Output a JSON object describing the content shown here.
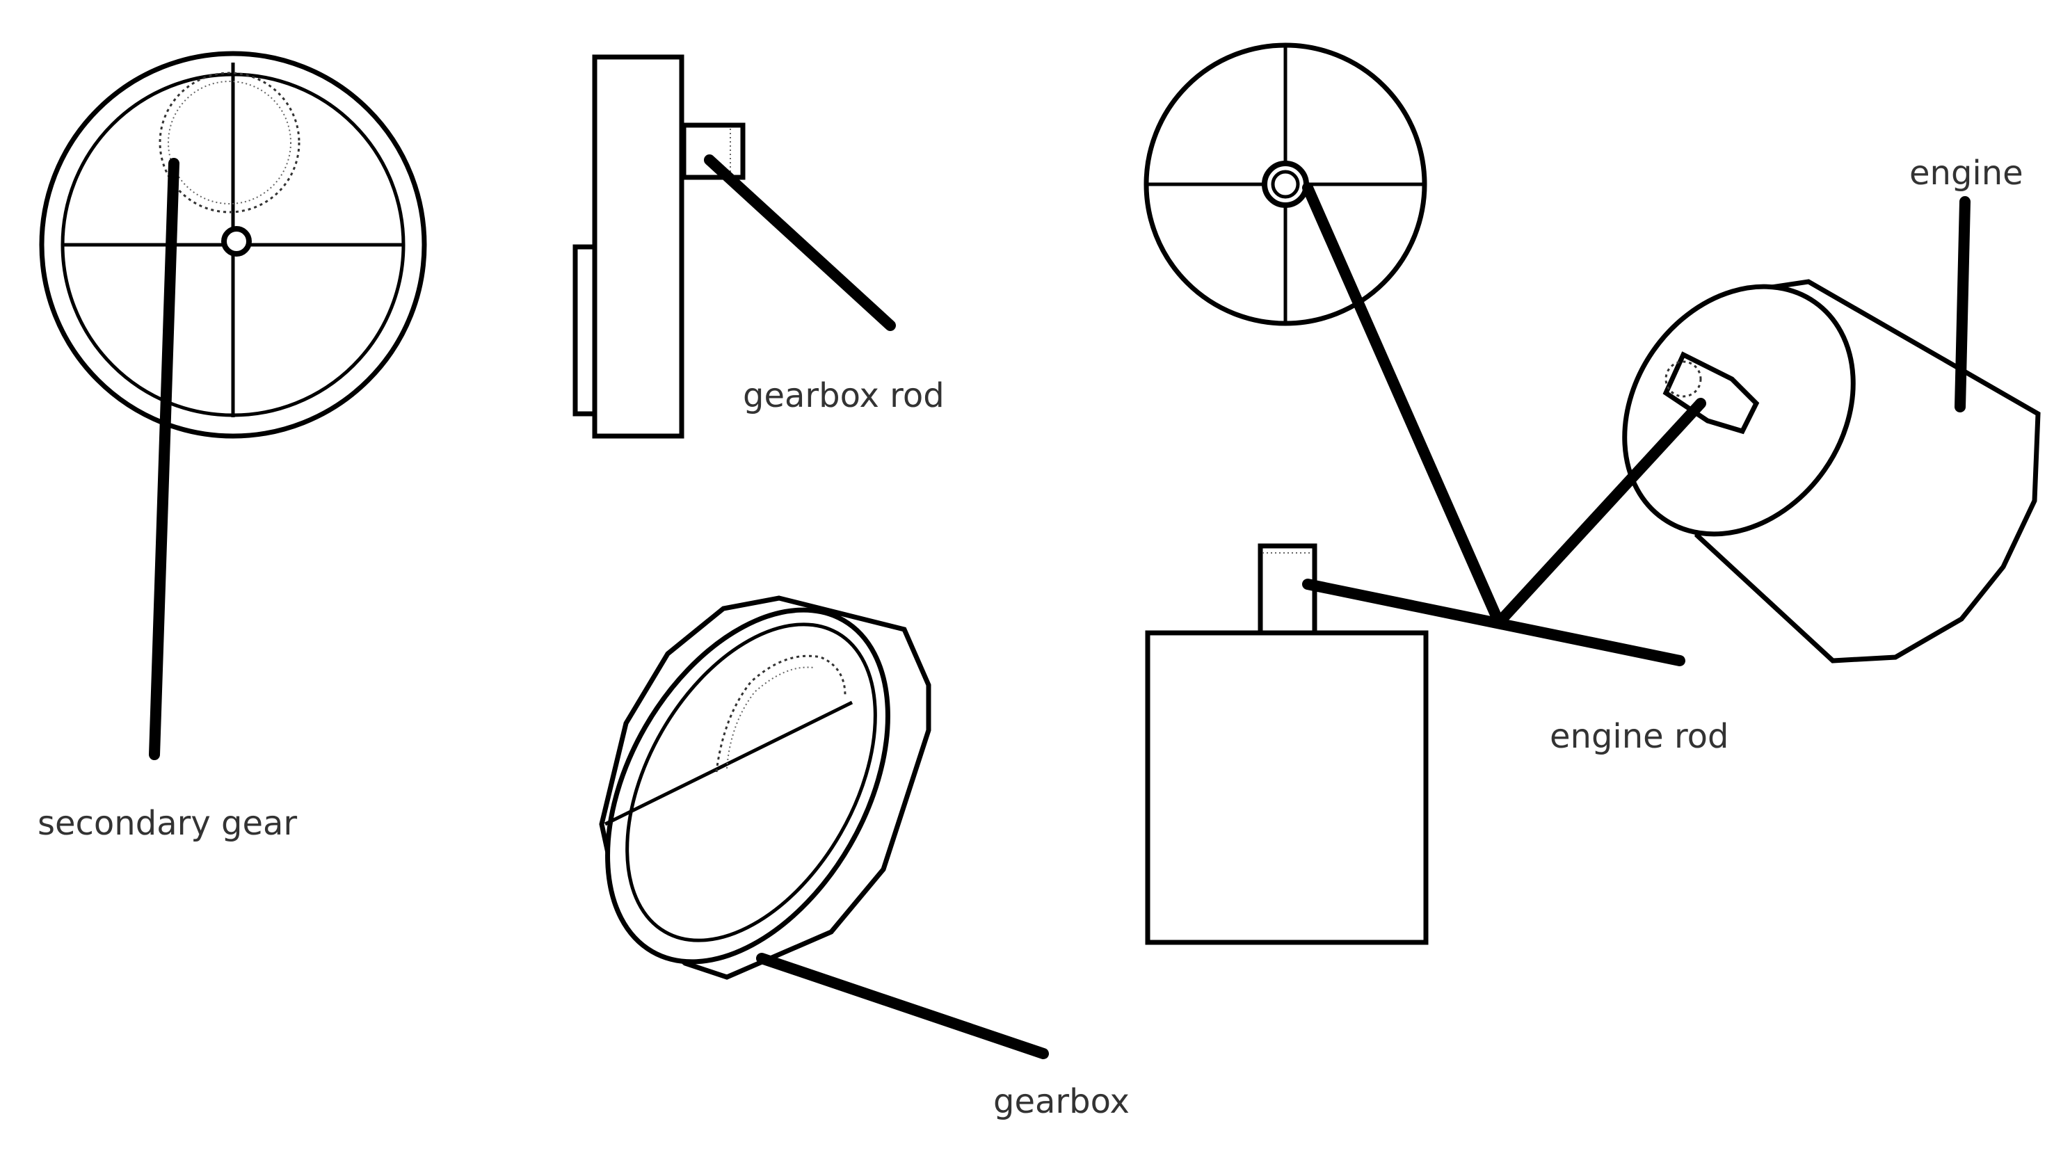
{
  "diagram": {
    "labels": {
      "secondary_gear": "secondary gear",
      "gearbox_rod": "gearbox rod",
      "engine": "engine",
      "engine_rod": "engine rod",
      "gearbox": "gearbox"
    }
  }
}
